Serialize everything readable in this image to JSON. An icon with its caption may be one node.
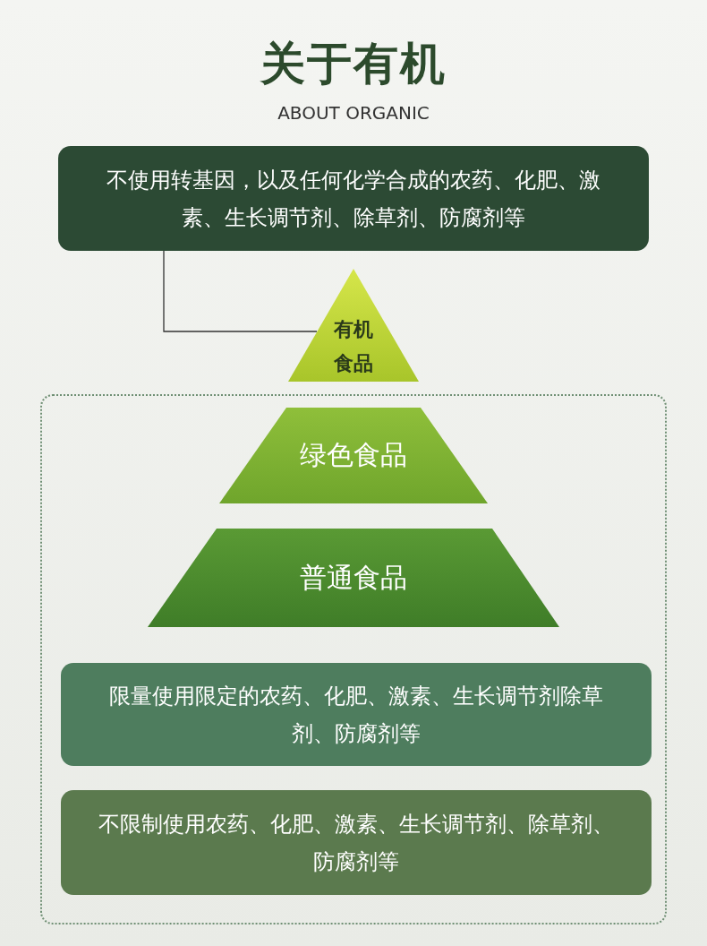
{
  "diagram": {
    "title": "关于有机",
    "nodes": [
      {
        "text": [
          "不使用转基因，以及任何化学合成的农药、化肥、激素、生长调节剂、除草剂、防腐剂等"
        ]
      },
      {
        "text": [
          "有机食品"
        ]
      },
      {
        "text": [],
        "shape": "box"
      },
      {
        "text": [
          "绿色食品"
        ],
        "in": 2
      },
      {
        "text": [
          "普通食品"
        ],
        "in": 2
      },
      {
        "text": [
          "限量使用限定的农药、化肥、激素、生长调节剂除草剂、防腐剂等"
        ],
        "in": 2
      },
      {
        "text": [
          "不限制使用农药、化肥、激素、生长调节剂、除草剂、防腐剂等"
        ],
        "in": 2
      }
    ],
    "edges": [
      {
        "from": 0,
        "to": 1,
        "arrow": "none"
      }
    ],
    "labels": [
      "ABOUT ORGANIC"
    ]
  }
}
